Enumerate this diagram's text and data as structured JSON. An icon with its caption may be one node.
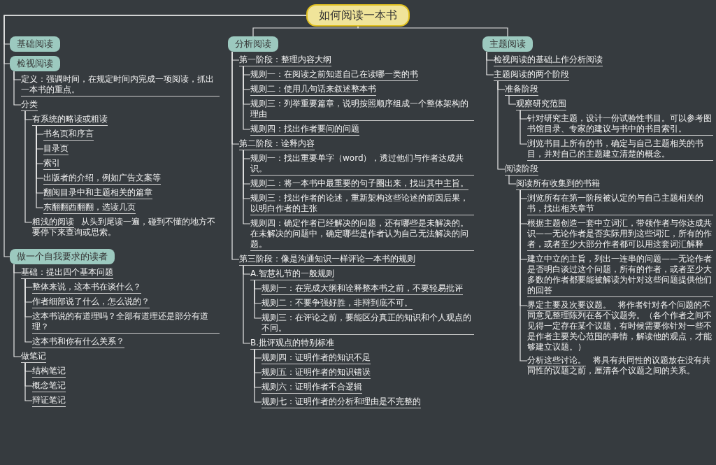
{
  "diagram": {
    "nodes": [
      {
        "text": [
          "如何阅读一本书"
        ]
      },
      {
        "text": [
          "基础阅读"
        ]
      },
      {
        "text": [
          "检视阅读"
        ]
      },
      {
        "text": [
          "定义：强调时间，在规定时间内完成一项阅读，抓出一本书的重点。"
        ]
      },
      {
        "text": [
          "分类"
        ]
      },
      {
        "text": [
          "有系统的略读或粗读"
        ]
      },
      {
        "text": [
          "书名页和序言"
        ]
      },
      {
        "text": [
          "目录页"
        ]
      },
      {
        "text": [
          "索引"
        ]
      },
      {
        "text": [
          "出版者的介绍，例如广告文案等"
        ]
      },
      {
        "text": [
          "翻阅目录中和主题相关的篇章"
        ]
      },
      {
        "text": [
          "东翻翻西翻翻，选读几页"
        ]
      },
      {
        "text": [
          "粗浅的阅读"
        ],
        "beside": [
          "从头到尾读一遍，碰到不懂的地方不要停下来查询或思索。"
        ]
      },
      {
        "text": [
          "分析阅读"
        ]
      },
      {
        "text": [
          "第一阶段：整理内容大纲"
        ]
      },
      {
        "text": [
          "规则一：在阅读之前知道自己在读哪一类的书"
        ]
      },
      {
        "text": [
          "规则二：使用几句话来叙述整本书"
        ]
      },
      {
        "text": [
          "规则三：列举重要篇章，说明按照顺序组成一个整体架构的理由"
        ]
      },
      {
        "text": [
          "规则四：找出作者要问的问题"
        ]
      },
      {
        "text": [
          "第二阶段：诠释内容"
        ]
      },
      {
        "text": [
          "规则一：找出重要单字（word），透过他们与作者达成共识。"
        ]
      },
      {
        "text": [
          "规则二：将一本书中最重要的句子圈出来，找出其中主旨。"
        ]
      },
      {
        "text": [
          "规则三：找出作者的论述，重新架构这些论述的前因后果，以明白作者的主张"
        ]
      },
      {
        "text": [
          "规则四：确定作者已经解决的问题，还有哪些是未解决的。在未解决的问题中，确定哪些是作者认为自己无法解决的问题。"
        ]
      },
      {
        "text": [
          "第三阶段：像是沟通知识一样评论一本书的规则"
        ]
      },
      {
        "text": [
          "A.智慧礼节的一般规则"
        ]
      },
      {
        "text": [
          "规则一：在完成大纲和诠释整本书之前，不要轻易批评"
        ]
      },
      {
        "text": [
          "规则二：不要争强好胜，非辩到底不可。"
        ]
      },
      {
        "text": [
          "规则三：在评论之前，要能区分真正的知识和个人观点的不同。"
        ]
      },
      {
        "text": [
          "B.批评观点的特别标准"
        ]
      },
      {
        "text": [
          "规则四：证明作者的知识不足"
        ]
      },
      {
        "text": [
          "规则五：证明作者的知识错误"
        ]
      },
      {
        "text": [
          "规则六：证明作者不合逻辑"
        ]
      },
      {
        "text": [
          "规则七：证明作者的分析和理由是不完整的"
        ]
      },
      {
        "text": [
          "主题阅读"
        ]
      },
      {
        "text": [
          "检视阅读的基础上作分析阅读"
        ]
      },
      {
        "text": [
          "主题阅读的两个阶段"
        ]
      },
      {
        "text": [
          "准备阶段"
        ]
      },
      {
        "text": [
          "观察研究范围"
        ]
      },
      {
        "text": [
          "针对研究主题，设计一份试验性书目。可以参考图书馆目录、专家的建议与书中的书目索引。"
        ]
      },
      {
        "text": [
          "浏览书目上所有的书，确定与自己主题相关的书目，并对自己的主题建立清楚的概念。"
        ]
      },
      {
        "text": [
          "阅读阶段"
        ]
      },
      {
        "text": [
          "阅读所有收集到的书籍"
        ]
      },
      {
        "text": [
          "浏览所有在第一阶段被认定的与自己主题相关的书，找出相关章节"
        ]
      },
      {
        "text": [
          "根据主题创造一套中立词汇，带领作者与你达成共识——无论作者是否实际用到这些词汇，所有的作者，或者至少大部分作者都可以用这套词汇解释"
        ]
      },
      {
        "text": [
          "建立中立的主旨，列出一连串的问题——无论作者是否明白谈过这个问题，所有的作者，或者至少大多数的作者都要能被解读为针对这些问题提供他们的回答"
        ]
      },
      {
        "text": [
          "界定主要及次要议题。"
        ],
        "beside": [
          "将作者针对各个问题的不同意见整理陈列在各个议题旁。（各个作者之间不见得一定存在某个议题，有时候需要你针对一些不是作者主要关心范围的事情，解读他的观点，才能够建立议题。）"
        ]
      },
      {
        "text": [
          "分析这些讨论。"
        ],
        "beside": [
          "将具有共同性的议题放在没有共同性的议题之前，厘清各个议题之间的关系。"
        ]
      },
      {
        "text": [
          "做一个自我要求的读者"
        ]
      },
      {
        "text": [
          "基础：提出四个基本问题"
        ]
      },
      {
        "text": [
          "整体来说，这本书在谈什么？"
        ]
      },
      {
        "text": [
          "作者细部说了什么，怎么说的？"
        ]
      },
      {
        "text": [
          "这本书说的有道理吗？全部有道理还是部分有道理？"
        ]
      },
      {
        "text": [
          "这本书和你有什么关系？"
        ]
      },
      {
        "text": [
          "做笔记"
        ]
      },
      {
        "text": [
          "结构笔记"
        ]
      },
      {
        "text": [
          "概念笔记"
        ]
      },
      {
        "text": [
          "辩证笔记"
        ]
      }
    ],
    "edges": [
      {
        "from": 0,
        "to": 1,
        "arrow": "none"
      },
      {
        "from": 0,
        "to": 2,
        "arrow": "none"
      },
      {
        "from": 2,
        "to": 3,
        "arrow": "none"
      },
      {
        "from": 2,
        "to": 4,
        "arrow": "none"
      },
      {
        "from": 4,
        "to": 5,
        "arrow": "none"
      },
      {
        "from": 5,
        "to": 6,
        "arrow": "none"
      },
      {
        "from": 5,
        "to": 7,
        "arrow": "none"
      },
      {
        "from": 5,
        "to": 8,
        "arrow": "none"
      },
      {
        "from": 5,
        "to": 9,
        "arrow": "none"
      },
      {
        "from": 5,
        "to": 10,
        "arrow": "none"
      },
      {
        "from": 5,
        "to": 11,
        "arrow": "none"
      },
      {
        "from": 4,
        "to": 12,
        "arrow": "none"
      },
      {
        "from": 0,
        "to": 13,
        "arrow": "none"
      },
      {
        "from": 13,
        "to": 14,
        "arrow": "none"
      },
      {
        "from": 14,
        "to": 15,
        "arrow": "none"
      },
      {
        "from": 14,
        "to": 16,
        "arrow": "none"
      },
      {
        "from": 14,
        "to": 17,
        "arrow": "none"
      },
      {
        "from": 14,
        "to": 18,
        "arrow": "none"
      },
      {
        "from": 13,
        "to": 19,
        "arrow": "none"
      },
      {
        "from": 19,
        "to": 20,
        "arrow": "none"
      },
      {
        "from": 19,
        "to": 21,
        "arrow": "none"
      },
      {
        "from": 19,
        "to": 22,
        "arrow": "none"
      },
      {
        "from": 19,
        "to": 23,
        "arrow": "none"
      },
      {
        "from": 13,
        "to": 24,
        "arrow": "none"
      },
      {
        "from": 24,
        "to": 25,
        "arrow": "none"
      },
      {
        "from": 25,
        "to": 26,
        "arrow": "none"
      },
      {
        "from": 25,
        "to": 27,
        "arrow": "none"
      },
      {
        "from": 25,
        "to": 28,
        "arrow": "none"
      },
      {
        "from": 24,
        "to": 29,
        "arrow": "none"
      },
      {
        "from": 29,
        "to": 30,
        "arrow": "none"
      },
      {
        "from": 29,
        "to": 31,
        "arrow": "none"
      },
      {
        "from": 29,
        "to": 32,
        "arrow": "none"
      },
      {
        "from": 29,
        "to": 33,
        "arrow": "none"
      },
      {
        "from": 0,
        "to": 34,
        "arrow": "none"
      },
      {
        "from": 34,
        "to": 35,
        "arrow": "none"
      },
      {
        "from": 34,
        "to": 36,
        "arrow": "none"
      },
      {
        "from": 36,
        "to": 37,
        "arrow": "none"
      },
      {
        "from": 37,
        "to": 38,
        "arrow": "none"
      },
      {
        "from": 38,
        "to": 39,
        "arrow": "none"
      },
      {
        "from": 38,
        "to": 40,
        "arrow": "none"
      },
      {
        "from": 36,
        "to": 41,
        "arrow": "none"
      },
      {
        "from": 41,
        "to": 42,
        "arrow": "none"
      },
      {
        "from": 42,
        "to": 43,
        "arrow": "none"
      },
      {
        "from": 42,
        "to": 44,
        "arrow": "none"
      },
      {
        "from": 42,
        "to": 45,
        "arrow": "none"
      },
      {
        "from": 42,
        "to": 46,
        "arrow": "none"
      },
      {
        "from": 42,
        "to": 47,
        "arrow": "none"
      },
      {
        "from": 0,
        "to": 48,
        "arrow": "none"
      },
      {
        "from": 48,
        "to": 49,
        "arrow": "none"
      },
      {
        "from": 49,
        "to": 50,
        "arrow": "none"
      },
      {
        "from": 49,
        "to": 51,
        "arrow": "none"
      },
      {
        "from": 49,
        "to": 52,
        "arrow": "none"
      },
      {
        "from": 49,
        "to": 53,
        "arrow": "none"
      },
      {
        "from": 48,
        "to": 54,
        "arrow": "none"
      },
      {
        "from": 54,
        "to": 55,
        "arrow": "none"
      },
      {
        "from": 54,
        "to": 56,
        "arrow": "none"
      },
      {
        "from": 54,
        "to": 57,
        "arrow": "none"
      }
    ]
  }
}
